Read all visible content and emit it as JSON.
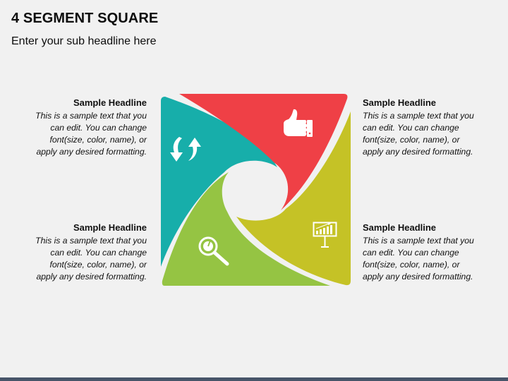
{
  "header": {
    "title": "4 SEGMENT SQUARE",
    "subtitle": "Enter your sub headline here"
  },
  "segments": [
    {
      "position": "top-left",
      "color": "#17AEAA",
      "icon": "refresh-arrows-icon"
    },
    {
      "position": "top-right",
      "color": "#EF4046",
      "icon": "thumbs-up-icon"
    },
    {
      "position": "bottom-right",
      "color": "#C5C226",
      "icon": "presentation-chart-icon"
    },
    {
      "position": "bottom-left",
      "color": "#95C443",
      "icon": "magnifier-search-icon"
    }
  ],
  "text_blocks": {
    "top_left": {
      "headline": "Sample Headline",
      "lines": [
        "This is a sample text that you",
        "can edit. You can change",
        "font(size, color, name), or",
        "apply any desired formatting."
      ]
    },
    "bottom_left": {
      "headline": "Sample Headline",
      "lines": [
        "This is a sample text that you",
        "can edit. You can change",
        "font(size, color, name), or",
        "apply any desired formatting."
      ]
    },
    "top_right": {
      "headline": "Sample Headline",
      "lines": [
        "This is a sample text that you",
        "can edit. You can change",
        "font(size, color, name), or",
        "apply any desired formatting."
      ]
    },
    "bottom_right": {
      "headline": "Sample Headline",
      "lines": [
        "This is a sample text that you",
        "can edit. You can change",
        "font(size, color, name), or",
        "apply any desired formatting."
      ]
    }
  },
  "colors": {
    "background": "#F1F1F1",
    "footer_bar": "#475569"
  }
}
